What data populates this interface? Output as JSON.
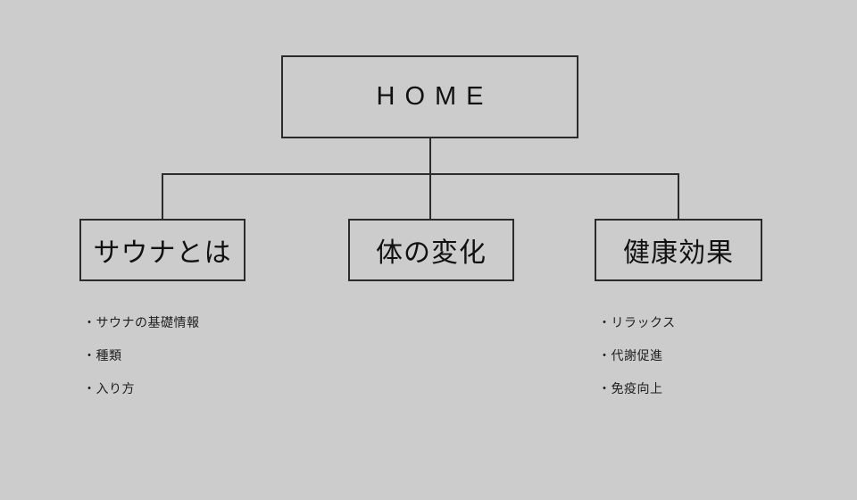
{
  "diagram": {
    "type": "site-map-tree",
    "background_color": "#cccccc",
    "line_color": "#2b2b2b",
    "text_color": "#111111",
    "root": {
      "label": "HOME"
    },
    "children": [
      {
        "label": "サウナとは",
        "items": [
          "・サウナの基礎情報",
          "・種類",
          "・入り方"
        ]
      },
      {
        "label": "体の変化",
        "items": []
      },
      {
        "label": "健康効果",
        "items": [
          "・リラックス",
          "・代謝促進",
          "・免疫向上"
        ]
      }
    ]
  }
}
